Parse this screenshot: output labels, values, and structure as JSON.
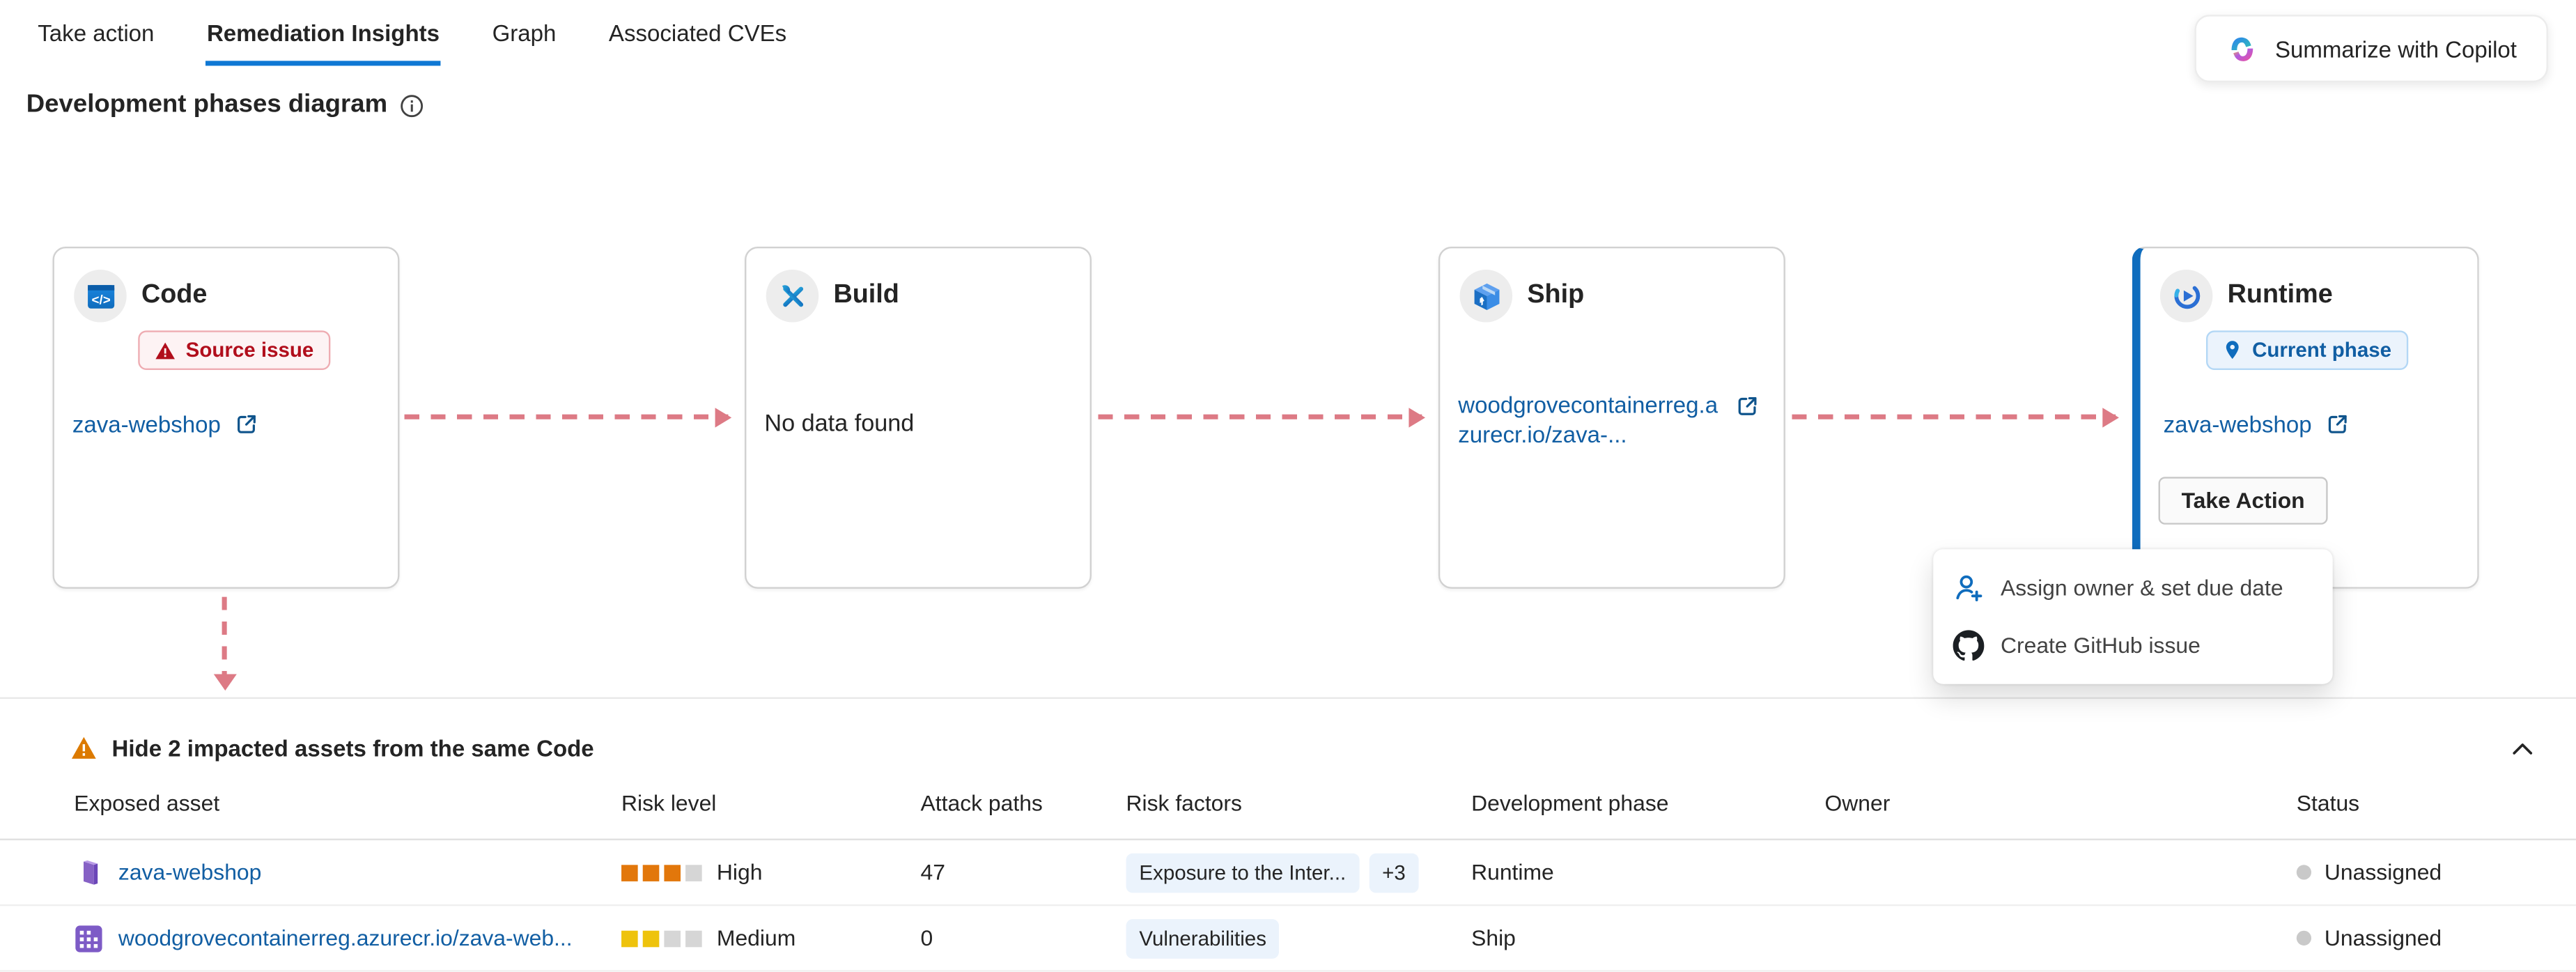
{
  "tabs": [
    {
      "label": "Take action",
      "active": false
    },
    {
      "label": "Remediation Insights",
      "active": true
    },
    {
      "label": "Graph",
      "active": false
    },
    {
      "label": "Associated CVEs",
      "active": false
    }
  ],
  "copilot_button": {
    "label": "Summarize with Copilot",
    "icon": "copilot-icon"
  },
  "section": {
    "title": "Development phases diagram",
    "info_icon": "info-icon"
  },
  "phases": {
    "code": {
      "title": "Code",
      "badge": "Source issue",
      "badge_icon": "warning-triangle-icon",
      "link": "zava-webshop",
      "link_icon": "external-link-icon"
    },
    "build": {
      "title": "Build",
      "empty_text": "No data found"
    },
    "ship": {
      "title": "Ship",
      "link": "woodgrovecontainerreg.azurecr.io/zava-...",
      "link_icon": "external-link-icon"
    },
    "runtime": {
      "title": "Runtime",
      "badge": "Current phase",
      "badge_icon": "location-pin-icon",
      "link": "zava-webshop",
      "link_icon": "external-link-icon",
      "action_label": "Take Action",
      "current": true
    }
  },
  "action_menu": {
    "items": [
      {
        "label": "Assign owner & set due date",
        "icon": "person-add-icon"
      },
      {
        "label": "Create GitHub issue",
        "icon": "github-icon"
      }
    ]
  },
  "impacted_section": {
    "toggle_label": "Hide 2 impacted assets from the same Code",
    "warning_icon": "warning-triangle-icon",
    "collapse_icon": "chevron-up-icon"
  },
  "table": {
    "columns": [
      "Exposed asset",
      "Risk level",
      "Attack paths",
      "Risk factors",
      "Development phase",
      "Owner",
      "Status"
    ],
    "rows": [
      {
        "asset": "zava-webshop",
        "asset_icon": "web-application-icon",
        "risk_level": "High",
        "risk_filled": 3,
        "risk_total": 4,
        "risk_color": "risk_high",
        "attack_paths": "47",
        "risk_factors": [
          "Exposure to the Inter...",
          "+3"
        ],
        "development_phase": "Runtime",
        "owner": "",
        "status": "Unassigned"
      },
      {
        "asset": "woodgrovecontainerreg.azurecr.io/zava-web...",
        "asset_icon": "container-registry-icon",
        "risk_level": "Medium",
        "risk_filled": 2,
        "risk_total": 4,
        "risk_color": "risk_medium",
        "attack_paths": "0",
        "risk_factors": [
          "Vulnerabilities"
        ],
        "development_phase": "Ship",
        "owner": "",
        "status": "Unassigned"
      }
    ]
  },
  "colors": {
    "accent": "#0f6cbd",
    "link": "#115ea3",
    "arrow_dashed": "#dd7a85",
    "risk_high": "#e2770b",
    "risk_medium": "#eec30d",
    "risk_empty": "#d6d6d6",
    "warning_orange": "#dc7a00",
    "error_red": "#b10e1c",
    "error_badge_bg": "#fdf3f4",
    "blue_badge_bg": "#ebf3fc",
    "pill_bg": "#ebf3fc"
  }
}
